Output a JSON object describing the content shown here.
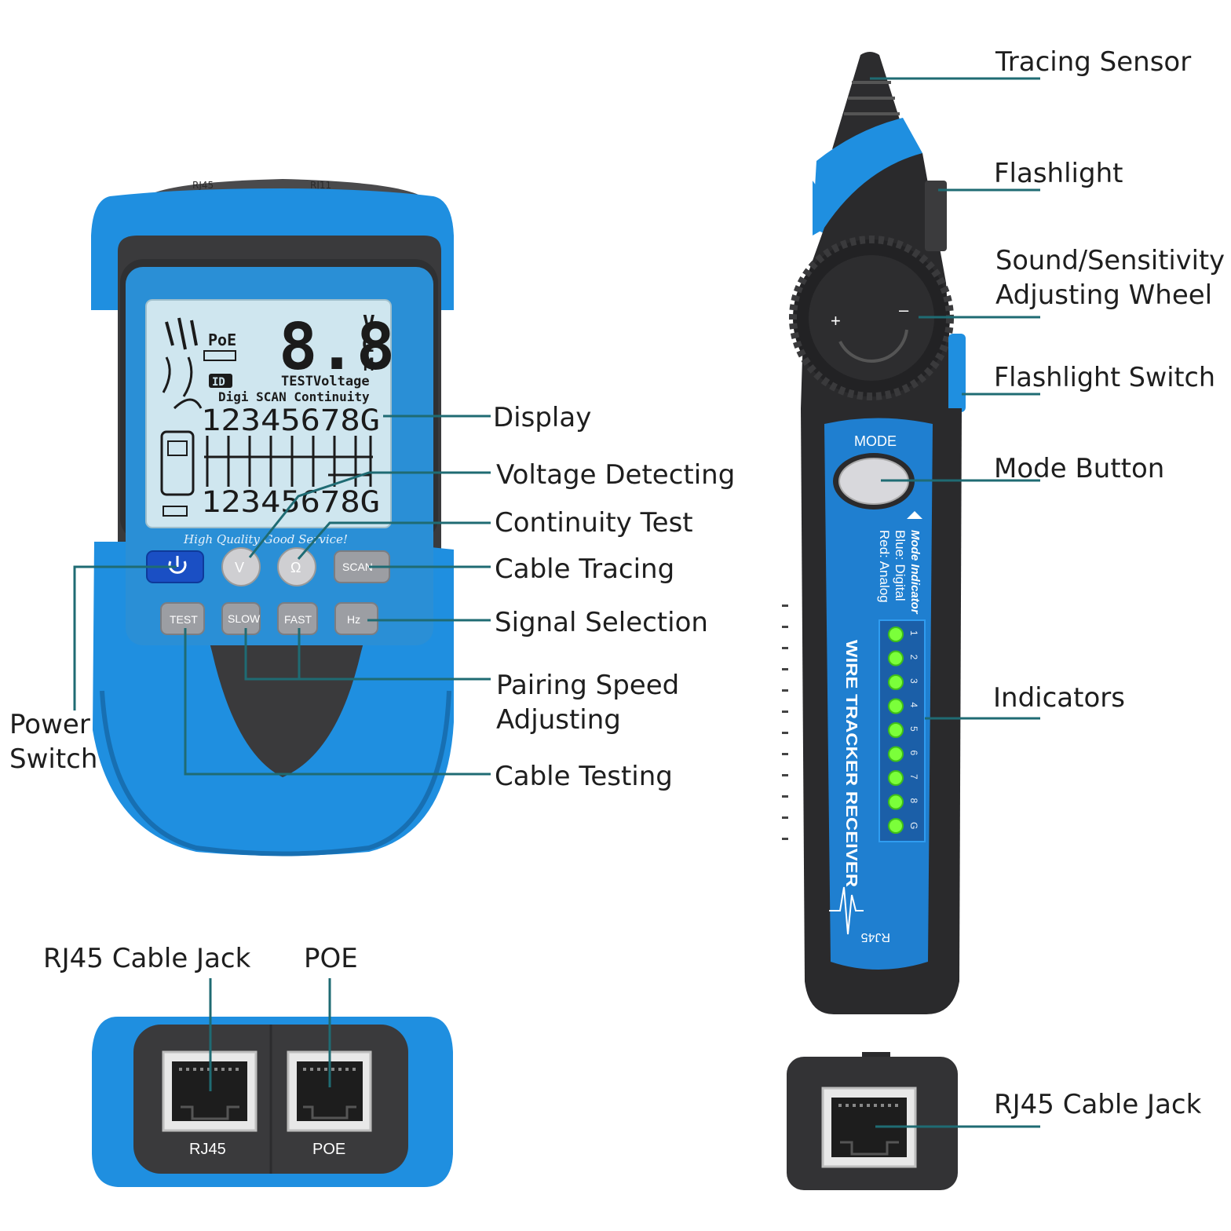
{
  "colors": {
    "accent_blue": "#1f8fe0",
    "dark_body": "#3a3a3c",
    "lcd": "#cfe6ef",
    "leader_line": "#1f6b73",
    "indicator_green": "#7bff3a"
  },
  "transmitter": {
    "ports_top": [
      "RJ45",
      "RJ11"
    ],
    "lcd": {
      "poe": "PoE",
      "id": "ID",
      "digits": "8.8",
      "units": [
        "V",
        "Ω",
        "M"
      ],
      "test_voltage": "TESTVoltage",
      "modes": "Digi SCAN Continuity",
      "pins_top": "12345678G",
      "pins_bottom": "12345678G"
    },
    "slogan": "High Quality Good Service!",
    "buttons_row1": {
      "power_icon": "power-icon",
      "voltage": "V",
      "ohm": "Ω",
      "scan": "SCAN"
    },
    "buttons_row2": [
      "TEST",
      "SLOW",
      "FAST",
      "Hz"
    ]
  },
  "transmitter_bottom": {
    "ports": [
      "RJ45",
      "POE"
    ]
  },
  "receiver": {
    "mode_label": "MODE",
    "mode_indicator": {
      "title": "Mode Indicator",
      "blue": "Blue: Digital",
      "red": "Red: Analog"
    },
    "brand_text": "WIRE TRACKER RECEIVER",
    "port_label": "RJ45",
    "led_labels": [
      "1",
      "2",
      "3",
      "4",
      "5",
      "6",
      "7",
      "8",
      "G"
    ],
    "wheel_plus": "+",
    "wheel_minus": "–"
  },
  "callouts": {
    "display": "Display",
    "voltage_detecting": "Voltage Detecting",
    "continuity_test": "Continuity Test",
    "cable_tracing": "Cable Tracing",
    "signal_selection": "Signal Selection",
    "pairing_speed_1": "Pairing Speed",
    "pairing_speed_2": "Adjusting",
    "cable_testing": "Cable Testing",
    "power_switch_1": "Power",
    "power_switch_2": "Switch",
    "rj45_cable_jack": "RJ45 Cable Jack",
    "poe": "POE",
    "tracing_sensor": "Tracing Sensor",
    "flashlight": "Flashlight",
    "wheel_1": "Sound/Sensitivity",
    "wheel_2": "Adjusting Wheel",
    "flashlight_switch": "Flashlight Switch",
    "mode_button": "Mode Button",
    "indicators": "Indicators",
    "receiver_rj45_jack": "RJ45 Cable Jack"
  }
}
